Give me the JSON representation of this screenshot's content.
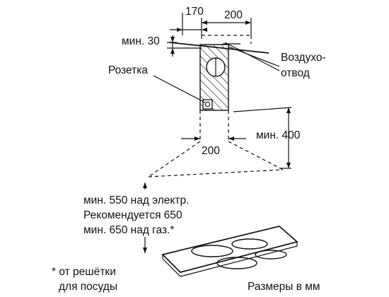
{
  "labels": {
    "dim_170": "170",
    "dim_200_top": "200",
    "min_30": "мин. 30",
    "air_outlet_line1": "Воздухо-",
    "air_outlet_line2": "отвод",
    "socket": "Розетка",
    "min_400": "мин. 400",
    "dim_200_bottom": "200",
    "clearance_line1": "мин. 550 над электр.",
    "clearance_line2": "Рекомендуется 650",
    "clearance_line3": "мин. 650 над газ.*",
    "footnote_line1": "* от решётки",
    "footnote_line2": "для посуды",
    "units_note": "Размеры в мм"
  }
}
